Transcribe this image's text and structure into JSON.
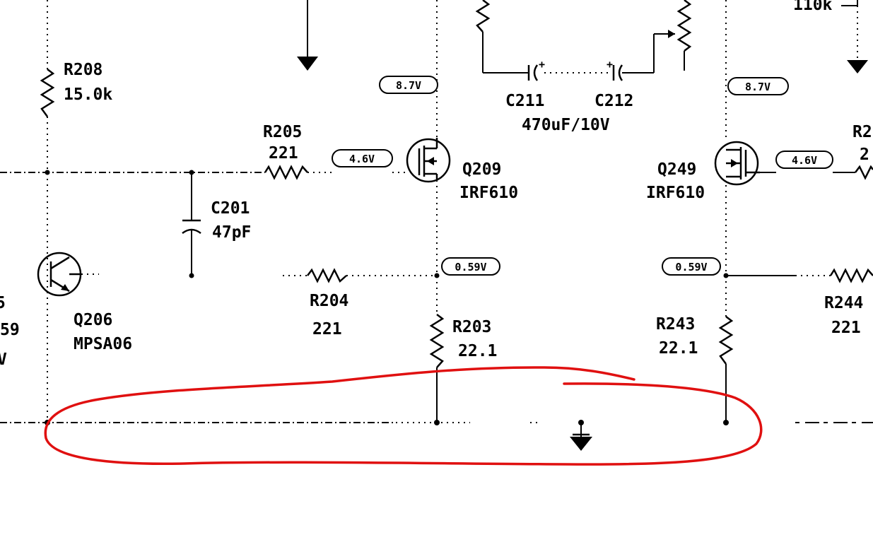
{
  "labels": {
    "r208_ref": "R208",
    "r208_val": "15.0k",
    "r205_ref": "R205",
    "r205_val": "221",
    "c201_ref": "C201",
    "c201_val": "47pF",
    "q206_ref": "Q206",
    "q206_part": "MPSA06",
    "q209_ref": "Q209",
    "q209_part": "IRF610",
    "q249_ref": "Q249",
    "q249_part": "IRF610",
    "r204_ref": "R204",
    "r204_val": "221",
    "r203_ref": "R203",
    "r203_val": "22.1",
    "r243_ref": "R243",
    "r243_val": "22.1",
    "r244_ref": "R244",
    "r244_val": "221",
    "c211_ref": "C211",
    "c212_ref": "C212",
    "c211_212_val": "470uF/10V",
    "top_right_val": "110k",
    "right_edge_ref": "R2",
    "right_edge_val": "2",
    "left_edge_top": "5",
    "left_edge_mid": "59",
    "left_edge_bot": "V"
  },
  "voltages": {
    "v_q209_drain": "8.7V",
    "v_q249_drain": "8.7V",
    "v_q209_gate": "4.6V",
    "v_q249_gate": "4.6V",
    "v_q209_source": "0.59V",
    "v_q249_source": "0.59V"
  },
  "annotation": {
    "color": "#e01010"
  }
}
